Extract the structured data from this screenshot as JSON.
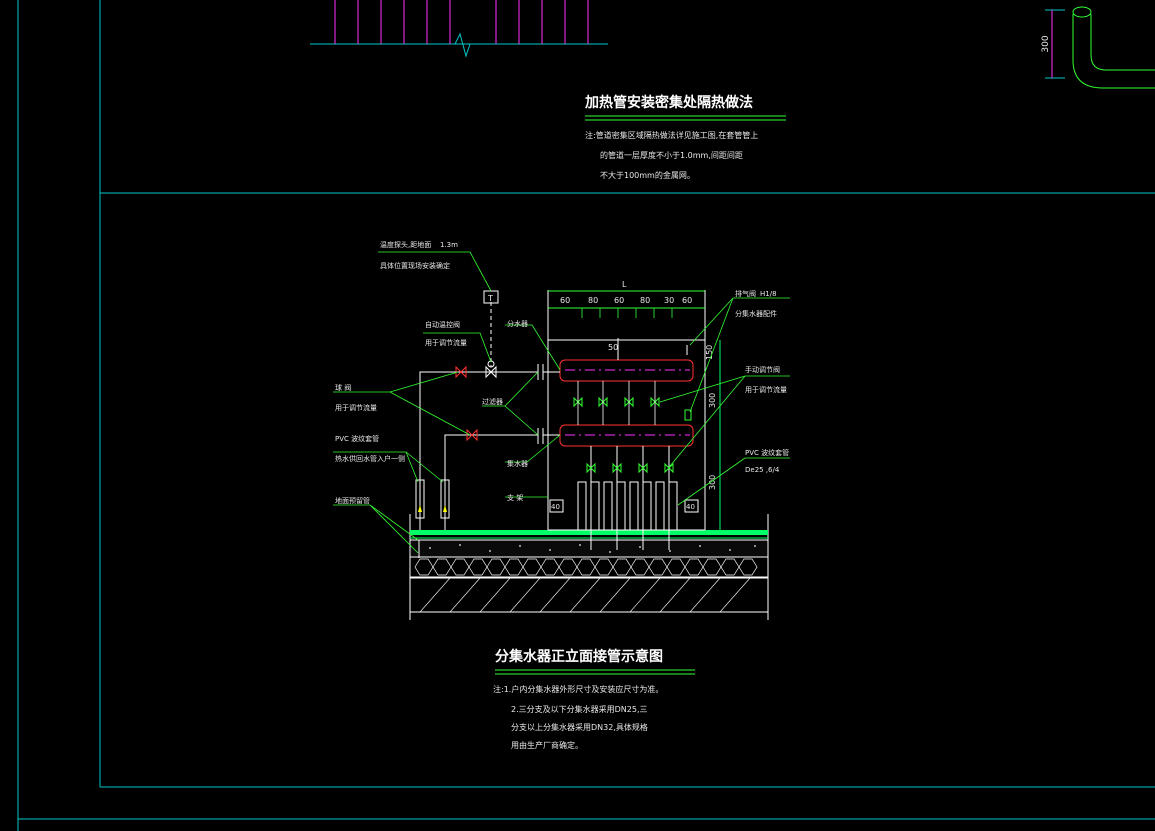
{
  "drawing": {
    "top_title": "加热管安装密集处隔热做法",
    "top_notes": [
      "注:管道密集区域隔热做法详见施工图,在套管管上",
      "的管道一层厚度不小于1.0mm,间距间距",
      "不大于100mm的金属网。"
    ],
    "dim_300": "300",
    "main_title": "分集水器正立面接管示意图",
    "notes": [
      "注:1.户内分集水器外形尺寸及安装应尺寸为准。",
      "2.三分支及以下分集水器采用DN25,三",
      "分支以上分集水器采用DN32,具体规格",
      "用由生产厂商确定。"
    ],
    "labels": {
      "temp_sensor": "温度探头,距地面",
      "temp_sensor_h": "1.3m",
      "temp_sensor_2": "具体位置现场安装确定",
      "thermo_valve": "自动温控阀",
      "thermo_valve_2": "用于调节流量",
      "manifold_top": "分水器",
      "valve": "球  阀",
      "valve_2": "用于调节流量",
      "filter": "过滤器",
      "pvc_pipe": "PVC  波纹套管",
      "pvc_pipe_2": "热水供回水管入户一侧",
      "return_manifold": "集水器",
      "bracket": "支  架",
      "floor_drain": "地面预留管",
      "air_vent": "排气阀",
      "air_vent_h": "H1/8",
      "air_vent_2": "分集水器配件",
      "manual_valve": "手动调节阀",
      "manual_valve_2": "用于调节流量",
      "pvc_pipe_r": "PVC  波纹套管",
      "pvc_spec": "De25 ,6/4",
      "dim_L": "L",
      "dims_top": [
        "60",
        "80",
        "60",
        "80",
        "30",
        "60"
      ],
      "dim_50": "50",
      "dim_150": "150",
      "dim_300": "300",
      "dim_300b": "300",
      "dim_40a": "40",
      "dim_40b": "40",
      "T": "T"
    }
  }
}
